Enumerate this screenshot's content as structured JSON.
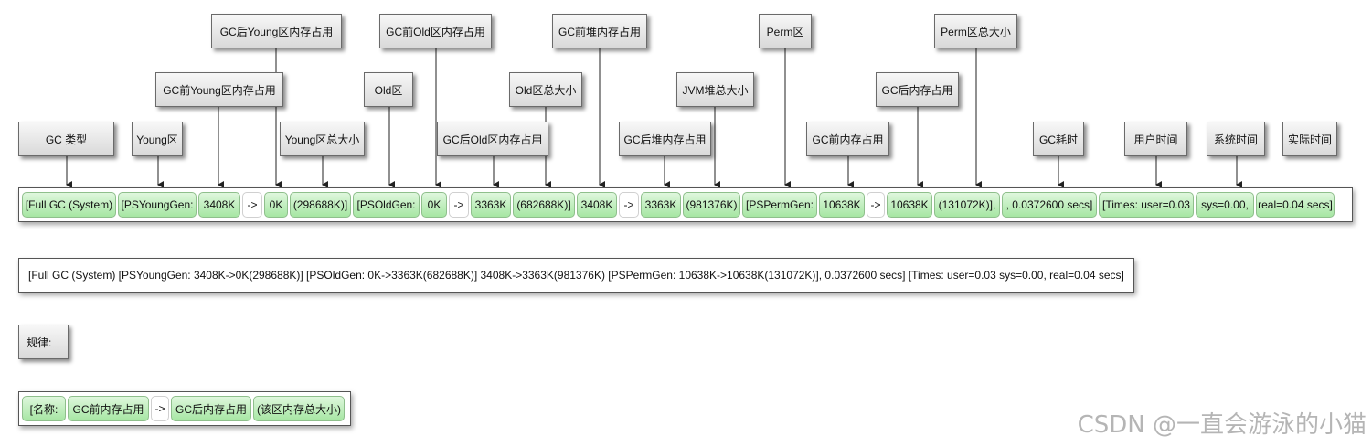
{
  "labels": [
    {
      "id": "gc-type",
      "text": "GC 类型"
    },
    {
      "id": "young-area",
      "text": "Young区"
    },
    {
      "id": "gc-before-young",
      "text": "GC前Young区内存占用"
    },
    {
      "id": "gc-after-young",
      "text": "GC后Young区内存占用"
    },
    {
      "id": "young-total",
      "text": "Young区总大小"
    },
    {
      "id": "old-area",
      "text": "Old区"
    },
    {
      "id": "gc-before-old",
      "text": "GC前Old区内存占用"
    },
    {
      "id": "gc-after-old",
      "text": "GC后Old区内存占用"
    },
    {
      "id": "old-total",
      "text": "Old区总大小"
    },
    {
      "id": "gc-before-heap",
      "text": "GC前堆内存占用"
    },
    {
      "id": "gc-after-heap",
      "text": "GC后堆内存占用"
    },
    {
      "id": "jvm-heap-total",
      "text": "JVM堆总大小"
    },
    {
      "id": "perm-area",
      "text": "Perm区"
    },
    {
      "id": "gc-before-perm",
      "text": "GC前内存占用"
    },
    {
      "id": "gc-after-perm",
      "text": "GC后内存占用"
    },
    {
      "id": "perm-total",
      "text": "Perm区总大小"
    },
    {
      "id": "gc-time",
      "text": "GC耗时"
    },
    {
      "id": "user-time",
      "text": "用户时间"
    },
    {
      "id": "sys-time",
      "text": "系统时间"
    },
    {
      "id": "real-time",
      "text": "实际时间"
    }
  ],
  "log_cells": [
    {
      "text": "[Full GC (System)",
      "style": "g"
    },
    {
      "text": "[PSYoungGen:",
      "style": "g"
    },
    {
      "text": "3408K",
      "style": "g"
    },
    {
      "text": "->",
      "style": "w"
    },
    {
      "text": "0K",
      "style": "g"
    },
    {
      "text": "(298688K)]",
      "style": "g"
    },
    {
      "text": "[PSOldGen:",
      "style": "g"
    },
    {
      "text": "0K",
      "style": "g"
    },
    {
      "text": "->",
      "style": "w"
    },
    {
      "text": "3363K",
      "style": "g"
    },
    {
      "text": "(682688K)]",
      "style": "g"
    },
    {
      "text": "3408K",
      "style": "g"
    },
    {
      "text": "->",
      "style": "w"
    },
    {
      "text": "3363K",
      "style": "g"
    },
    {
      "text": "(981376K)",
      "style": "g"
    },
    {
      "text": "[PSPermGen:",
      "style": "g"
    },
    {
      "text": "10638K",
      "style": "g"
    },
    {
      "text": "->",
      "style": "w"
    },
    {
      "text": "10638K",
      "style": "g"
    },
    {
      "text": "(131072K)],",
      "style": "g"
    },
    {
      "text": ", 0.0372600 secs]",
      "style": "g"
    },
    {
      "text": "[Times: user=0.03",
      "style": "g"
    },
    {
      "text": "sys=0.00,",
      "style": "g"
    },
    {
      "text": "real=0.04 secs]",
      "style": "g"
    }
  ],
  "full_log": "[Full GC (System) [PSYoungGen: 3408K->0K(298688K)] [PSOldGen: 0K->3363K(682688K)] 3408K->3363K(981376K) [PSPermGen: 10638K->10638K(131072K)], 0.0372600 secs] [Times: user=0.03 sys=0.00, real=0.04 secs]",
  "rule_label": "规律:",
  "rule_cells": [
    {
      "text": "[名称:",
      "style": "g"
    },
    {
      "text": "GC前内存占用",
      "style": "g"
    },
    {
      "text": "->",
      "style": "w"
    },
    {
      "text": "GC后内存占用",
      "style": "g"
    },
    {
      "text": "(该区内存总大小)",
      "style": "g"
    }
  ],
  "watermark": "CSDN @一直会游泳的小猫",
  "colors": {
    "cell_green": "#a6e6a3",
    "arrow": "#222222"
  }
}
